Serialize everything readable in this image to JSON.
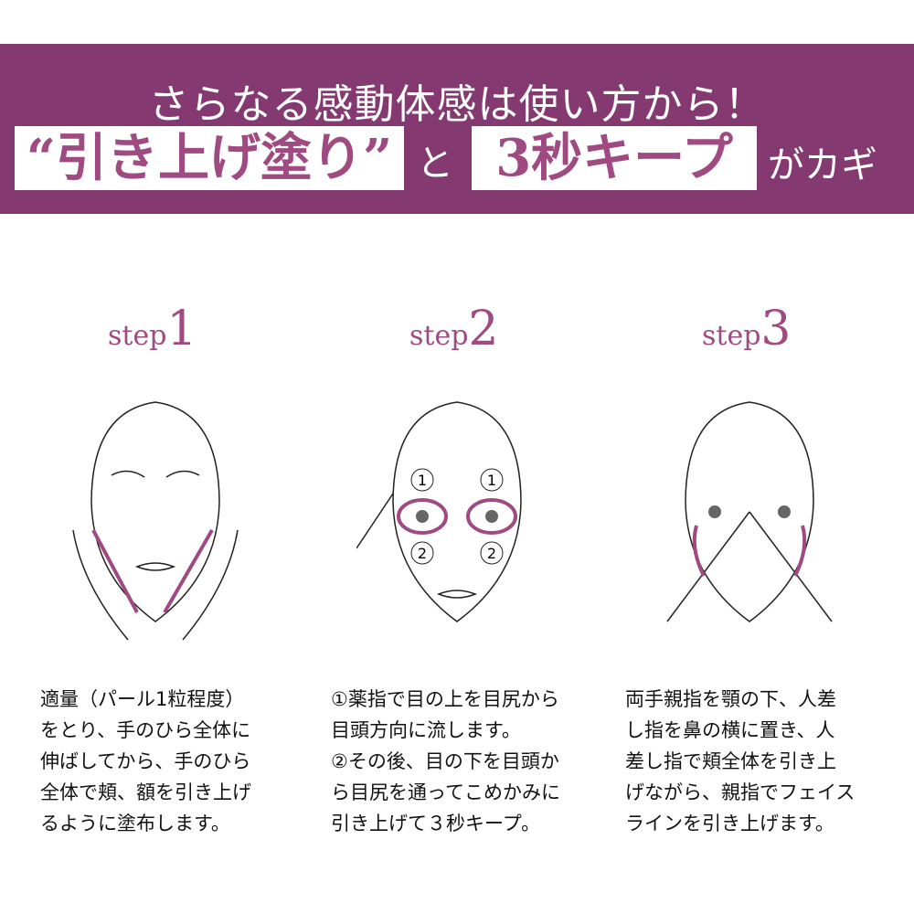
{
  "header": {
    "headline": "さらなる感動体感は使い方から！",
    "box1": "“引き上げ塗り”",
    "connector": "と",
    "box2": "3秒キープ",
    "suffix": "がカギ",
    "bg_color": "#843a70",
    "accent_color": "#a04a82"
  },
  "steps": [
    {
      "word": "step",
      "num": "1",
      "illustration": "face-hands-on-cheeks-icon",
      "text": "適量（パール1粒程度）\nをとり、手のひら全体に\n伸ばしてから、手のひら\n全体で頬、額を引き上げ\nるように塗布します。"
    },
    {
      "word": "step",
      "num": "2",
      "illustration": "face-eye-circles-icon",
      "markers": [
        "①",
        "①",
        "②",
        "②"
      ],
      "text": "①薬指で目の上を目尻から\n目頭方向に流します。\n②その後、目の下を目頭か\nら目尻を通ってこめかみに\n引き上げて３秒キープ。"
    },
    {
      "word": "step",
      "num": "3",
      "illustration": "face-hands-triangle-icon",
      "text": "両手親指を顎の下、人差\nし指を鼻の横に置き、人\n差し指で頬全体を引き上\nげながら、親指でフェイス\nラインを引き上げます。"
    }
  ]
}
